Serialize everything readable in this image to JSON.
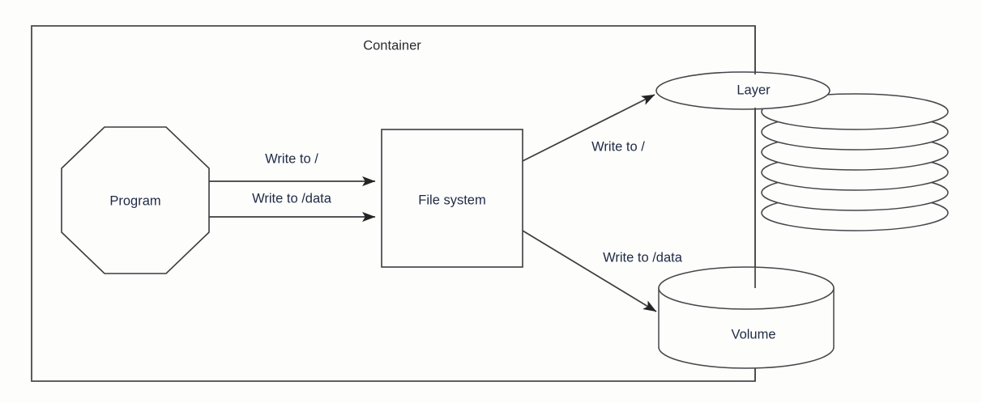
{
  "diagram": {
    "type": "container-filesystem-storage-flow",
    "title": "Container",
    "background_color": "#fdfdfc",
    "stroke_color": "#3d3d40",
    "text_color": "#1f2a44",
    "nodes": [
      {
        "id": "container",
        "label": "Container",
        "shape": "rectangle-boundary"
      },
      {
        "id": "program",
        "label": "Program",
        "shape": "octagon"
      },
      {
        "id": "filesystem",
        "label": "File system",
        "shape": "rectangle"
      },
      {
        "id": "layer",
        "label": "Layer",
        "shape": "ellipse-stack"
      },
      {
        "id": "volume",
        "label": "Volume",
        "shape": "cylinder"
      }
    ],
    "edges": [
      {
        "from": "program",
        "to": "filesystem",
        "label": "Write to /"
      },
      {
        "from": "program",
        "to": "filesystem",
        "label": "Write to /data"
      },
      {
        "from": "filesystem",
        "to": "layer",
        "label": "Write to /"
      },
      {
        "from": "filesystem",
        "to": "volume",
        "label": "Write to /data"
      }
    ],
    "layer_stack_count": 7
  }
}
